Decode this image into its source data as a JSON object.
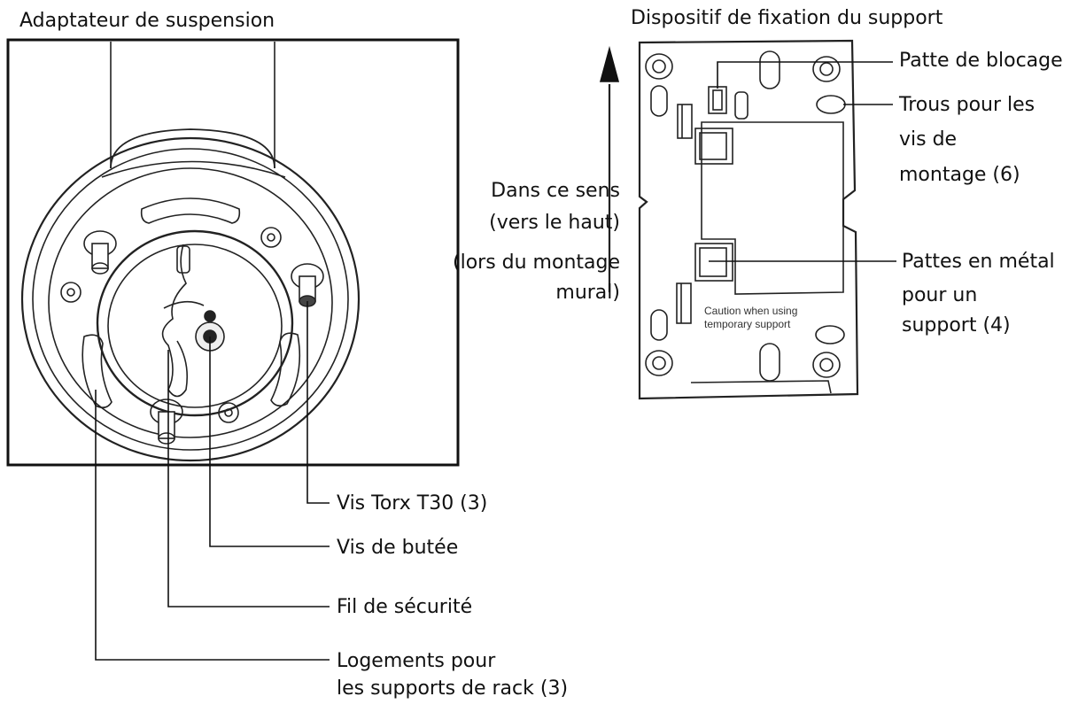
{
  "left_panel": {
    "title": "Adaptateur de suspension",
    "callouts": {
      "torx": "Vis Torx T30 (3)",
      "stop_screw": "Vis de butée",
      "safety_wire": "Fil de sécurité",
      "slots": [
        "Logements pour",
        "les supports de rack (3)"
      ]
    }
  },
  "right_panel": {
    "title": "Dispositif de fixation du support",
    "embossed_text": [
      "Caution when using",
      "temporary support"
    ],
    "direction": [
      "Dans ce sens",
      "(vers le haut)",
      "(lors du montage",
      "mural)"
    ],
    "callouts": {
      "locking_tab": "Patte de blocage",
      "holes": [
        "Trous pour les",
        "vis de",
        "montage (6)"
      ],
      "metal_tabs": [
        "Pattes en métal",
        "pour un",
        "support (4)"
      ]
    }
  }
}
